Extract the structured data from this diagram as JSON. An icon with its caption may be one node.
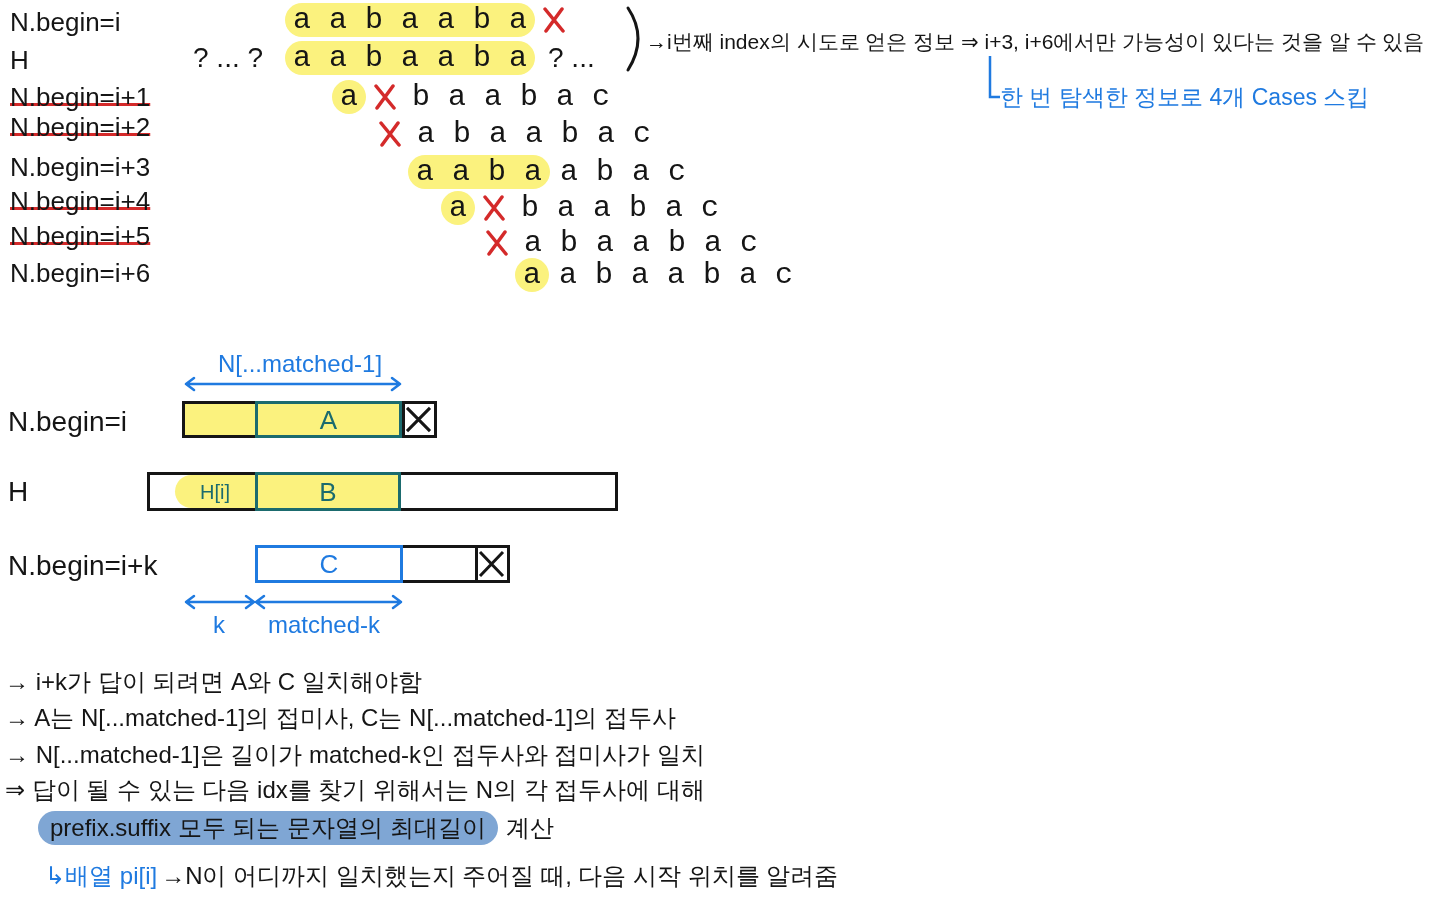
{
  "diagram": {
    "nodes": [
      {
        "text": [
          "a a b a a b a"
        ]
      },
      {
        "text": [
          "a a b a a b a"
        ]
      },
      {
        "text": [
          "→i번째 index의 시도로 얻은 정보 ⇒ i+3, i+6에서만 가능성이 있다는 것을 알 수 있음"
        ]
      },
      {
        "text": [
          "한 번 탐색한 정보로 4개 Cases 스킵"
        ]
      },
      {
        "text": [
          "a"
        ]
      },
      {
        "text": [
          "a a b a"
        ]
      },
      {
        "text": [
          "a"
        ]
      },
      {
        "text": [
          "a"
        ]
      },
      {
        "text": [],
        "shape": "bar"
      },
      {
        "text": [
          "A"
        ],
        "in": 8
      },
      {
        "text": [],
        "shape": "bar"
      },
      {
        "text": [
          "H[i]"
        ],
        "in": 10
      },
      {
        "text": [
          "B"
        ],
        "in": 10
      },
      {
        "text": [],
        "shape": "bar"
      },
      {
        "text": [
          "C"
        ],
        "in": 13
      },
      {
        "text": [
          "prefix.suffix 모두 되는 문자열의 최대길이"
        ]
      }
    ],
    "edges": [
      {
        "from": 2,
        "to": 3,
        "arrow": "none",
        "color": "#1f7ae0"
      }
    ],
    "labels": [
      "N.begin=i",
      "H",
      "? ... ?",
      "? ...",
      "N.begin=i+1",
      "b a a b a c",
      "N.begin=i+2",
      "a b a a b a c",
      "N.begin=i+3",
      "a b a c",
      "N.begin=i+4",
      "b a a b a c",
      "N.begin=i+5",
      "a b a a b a c",
      "N.begin=i+6",
      "a b a a b a c",
      "N[...matched-1]",
      "N.begin=i",
      "H",
      "N.begin=i+k",
      "k",
      "matched-k",
      "→ i+k가 답이 되려면 A와 C 일치해야함",
      "→ A는 N[...matched-1]의 접미사, C는 N[...matched-1]의 접두사",
      "→ N[...matched-1]은 길이가 matched-k인 접두사와 접미사가 일치",
      "⇒ 답이 될 수 있는 다음 idx를 찾기 위해서는 N의 각 접두사에 대해",
      "계산",
      "↳배열 pi[i]",
      "→N이 어디까지 일치했는지 주어질 때, 다음 시작 위치를 알려줌"
    ]
  }
}
